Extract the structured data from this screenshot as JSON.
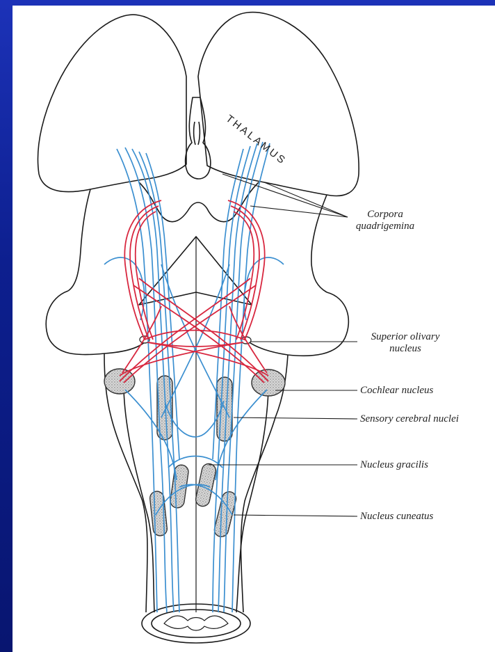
{
  "diagram": {
    "region_label": "THALAMUS",
    "labels": {
      "corpora": [
        "Corpora",
        "quadrigemina"
      ],
      "superior_olivary": [
        "Superior olivary",
        "nucleus"
      ],
      "cochlear": "Cochlear nucleus",
      "sensory_cerebral": "Sensory cerebral nuclei",
      "gracilis": "Nucleus gracilis",
      "cuneatus": "Nucleus cuneatus"
    },
    "colors": {
      "outline": "#1a1a1a",
      "auditory_tract": "#d8273f",
      "sensory_tract": "#3b8fd0",
      "nucleus_fill": "#c9c9c9",
      "frame": "#0d1f8f"
    }
  }
}
